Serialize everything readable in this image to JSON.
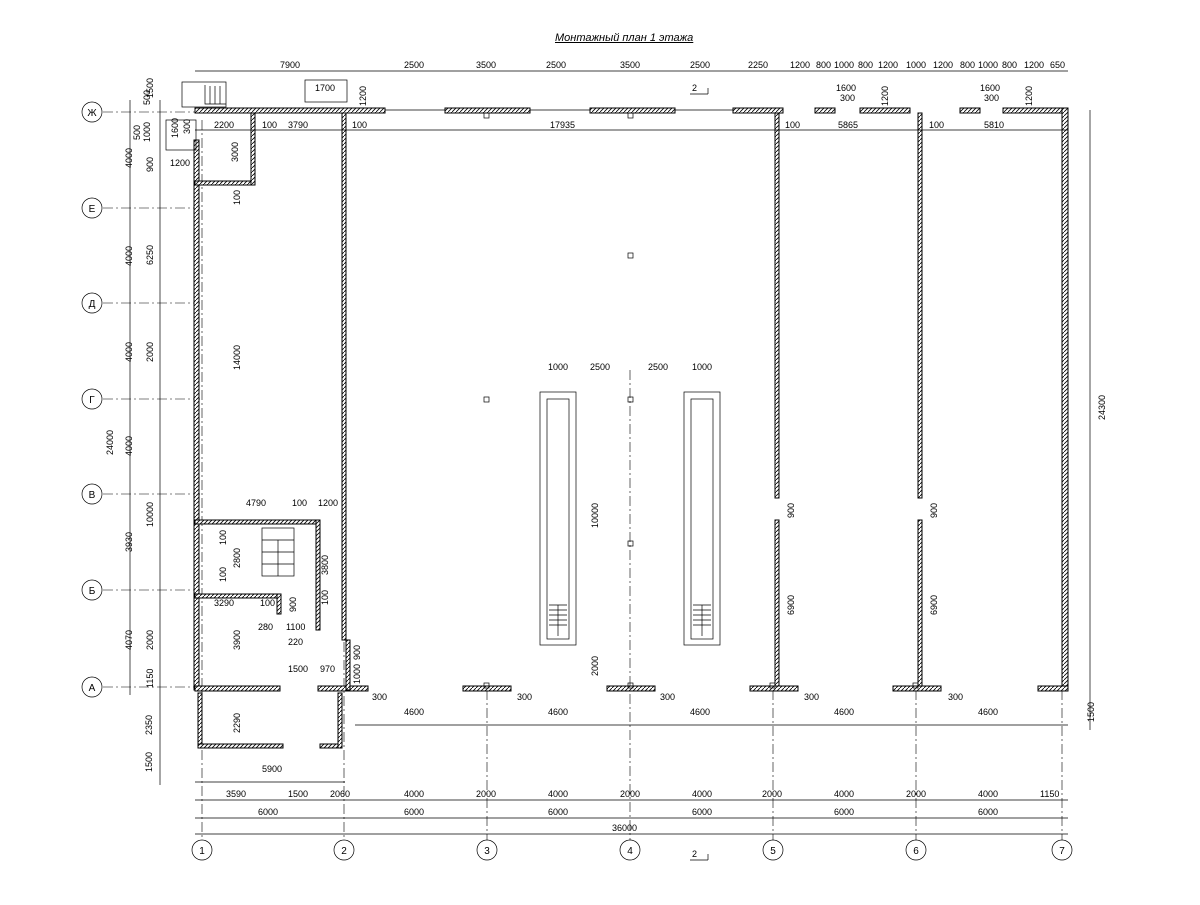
{
  "title": "Монтажный план 1 этажа",
  "section_mark": "2",
  "axes_columns": [
    "1",
    "2",
    "3",
    "4",
    "5",
    "6",
    "7"
  ],
  "axes_rows": [
    "Ж",
    "Е",
    "Д",
    "Г",
    "В",
    "Б",
    "А"
  ],
  "top_dims": [
    "7900",
    "2500",
    "3500",
    "2500",
    "3500",
    "2500",
    "2250",
    "1200",
    "800",
    "1000",
    "800",
    "1200",
    "1000",
    "1200",
    "800",
    "1000",
    "800",
    "1200",
    "650"
  ],
  "top_small": {
    "d1700": "1700",
    "d1200": "1200",
    "d1600a": "1600",
    "d300a": "300",
    "d1200b": "1200",
    "d1600b": "1600",
    "d300b": "300",
    "d1200c": "1200"
  },
  "inner_top": [
    "2200",
    "100",
    "3790",
    "100",
    "17935",
    "100",
    "5865",
    "100",
    "5810"
  ],
  "left_dims_outer": [
    "4000",
    "4000",
    "4000",
    "4000",
    "3930",
    "4070",
    "2350",
    "1500"
  ],
  "left_total": "24000",
  "left_mid": [
    "6250",
    "2000",
    "10000",
    "2000",
    "1150",
    "1500"
  ],
  "left_small": [
    "500",
    "1000",
    "500",
    "900",
    "1600",
    "300",
    "1200"
  ],
  "vert_inner": [
    "3000",
    "100",
    "14000",
    "100",
    "100",
    "2800",
    "3800",
    "900",
    "100",
    "3900",
    "2290",
    "900",
    "1000"
  ],
  "right_total": "24300",
  "right_bottom": "1500",
  "pit_dims": [
    "1000",
    "2500",
    "2500",
    "1000",
    "10000",
    "2000"
  ],
  "door_dims": [
    "900",
    "900",
    "6900",
    "6900"
  ],
  "lobby_dims": [
    "4790",
    "100",
    "1200",
    "3290",
    "100",
    "280",
    "1100",
    "220",
    "1500",
    "970"
  ],
  "bottom_row1": [
    "300",
    "4600",
    "300",
    "4600",
    "300",
    "4600",
    "300",
    "4600",
    "300",
    "4600"
  ],
  "bottom_5900": "5900",
  "bottom_row2": [
    "3590",
    "1500",
    "2060",
    "4000",
    "2000",
    "4000",
    "2000",
    "4000",
    "2000",
    "4000",
    "2000",
    "4000",
    "1150"
  ],
  "bottom_row3": [
    "6000",
    "6000",
    "6000",
    "6000",
    "6000",
    "6000"
  ],
  "bottom_total": "36000"
}
